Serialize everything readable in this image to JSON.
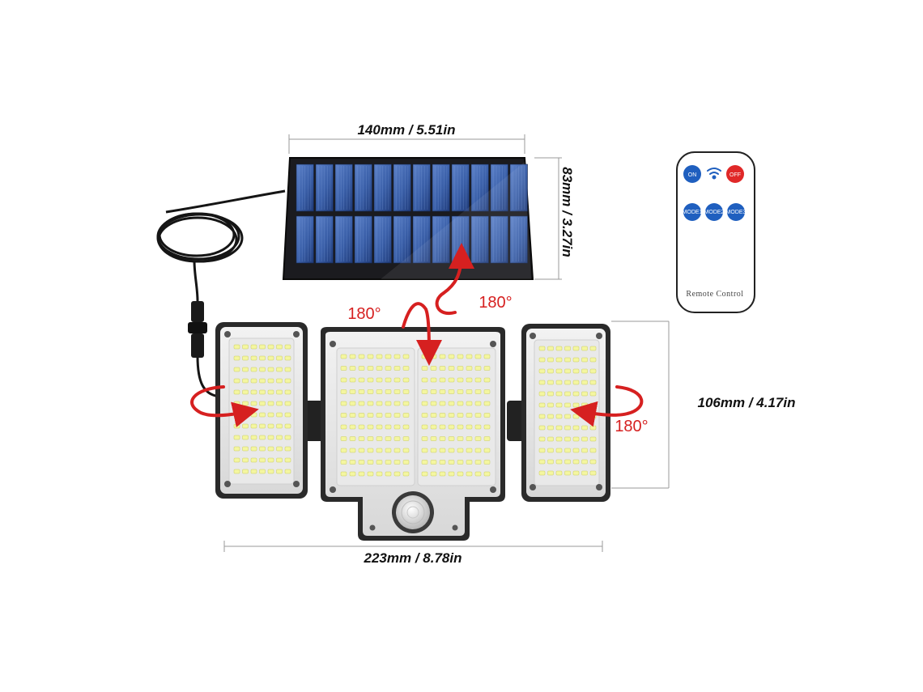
{
  "dimensions": {
    "panel_width": "140mm / 5.51in",
    "panel_height": "83mm / 3.27in",
    "light_height": "106mm / 4.17in",
    "light_width": "223mm / 8.78in"
  },
  "rotation": {
    "panel_label": "180°",
    "center_label": "180°",
    "side_label": "180°"
  },
  "remote": {
    "on_label": "ON",
    "off_label": "OFF",
    "mode1_label": "MODE1",
    "mode2_label": "MODE2",
    "mode3_label": "MODE3",
    "caption": "Remote Control"
  },
  "colors": {
    "arrow": "#d62020",
    "panel_cell": "#3a5fa8",
    "led": "#f4f6a0",
    "remote_blue": "#1f5fbf",
    "remote_red": "#e02828"
  }
}
